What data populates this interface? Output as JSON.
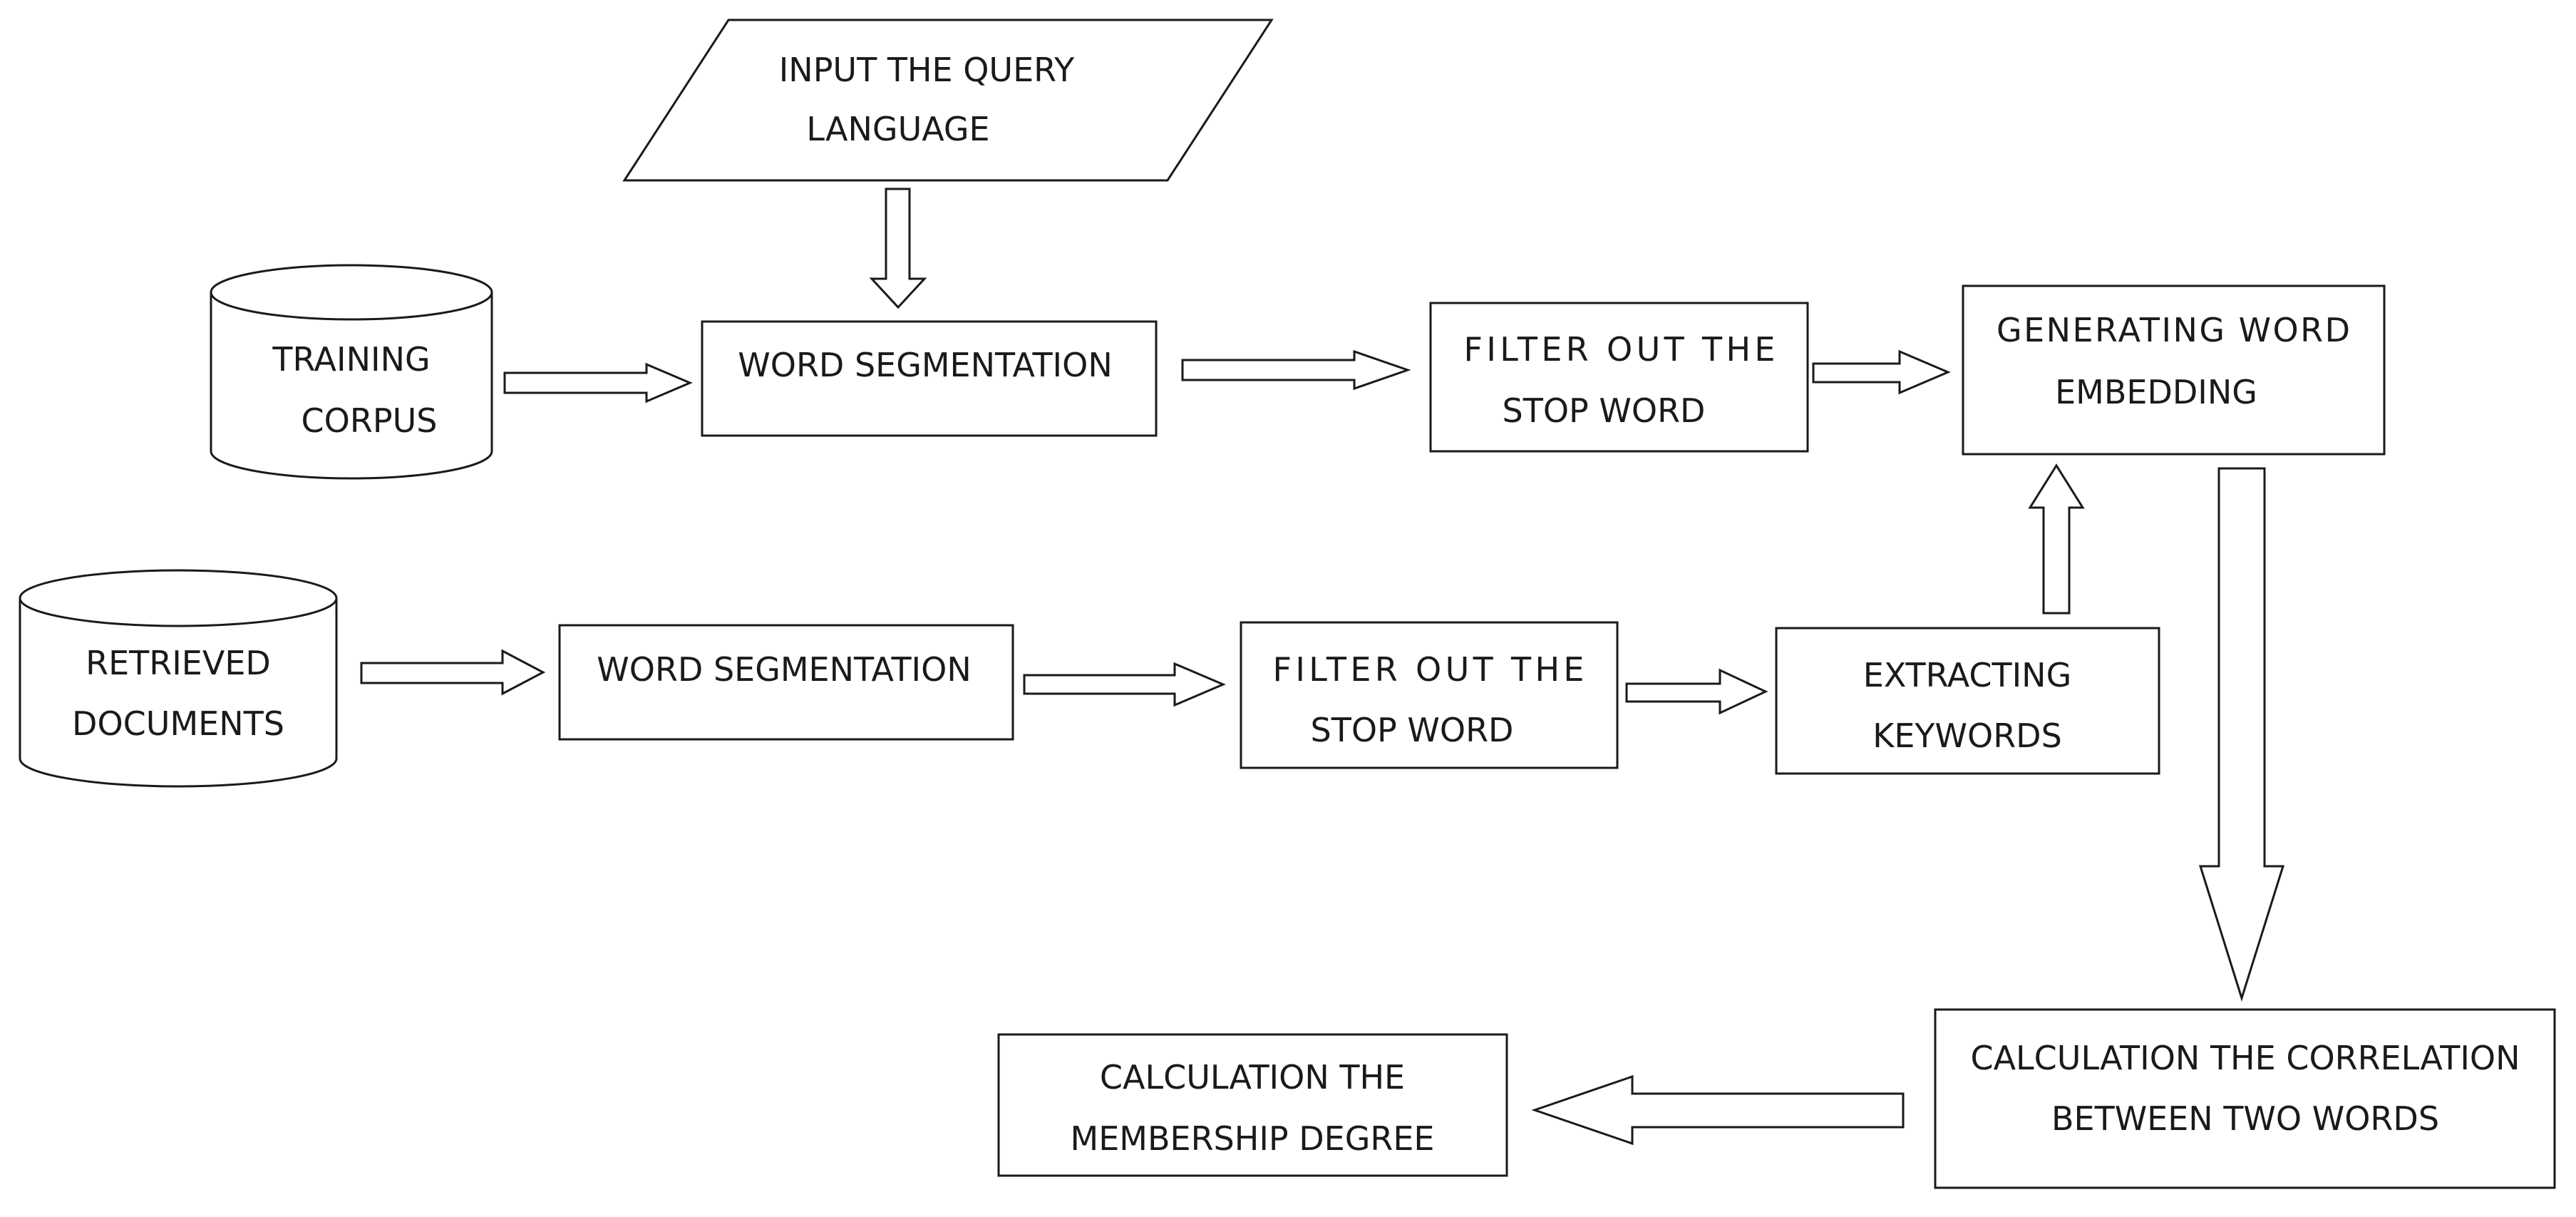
{
  "nodes": {
    "input_query": {
      "line1": "INPUT THE QUERY",
      "line2": "LANGUAGE"
    },
    "training_corpus": {
      "line1": "TRAINING",
      "line2": "CORPUS"
    },
    "word_segmentation_top": {
      "line1": "WORD SEGMENTATION"
    },
    "filter_stop_top": {
      "line1": "FILTER OUT THE",
      "line2": "STOP WORD"
    },
    "generating_embedding": {
      "line1": "GENERATING WORD",
      "line2": "EMBEDDING"
    },
    "retrieved_documents": {
      "line1": "RETRIEVED",
      "line2": "DOCUMENTS"
    },
    "word_segmentation_bottom": {
      "line1": "WORD SEGMENTATION"
    },
    "filter_stop_bottom": {
      "line1": "FILTER OUT THE",
      "line2": "STOP WORD"
    },
    "extracting_keywords": {
      "line1": "EXTRACTING",
      "line2": "KEYWORDS"
    },
    "calc_correlation": {
      "line1": "CALCULATION THE CORRELATION",
      "line2": "BETWEEN TWO WORDS"
    },
    "calc_membership": {
      "line1": "CALCULATION THE",
      "line2": "MEMBERSHIP DEGREE"
    }
  },
  "edges": [
    {
      "from": "input_query",
      "to": "word_segmentation_top"
    },
    {
      "from": "training_corpus",
      "to": "word_segmentation_top"
    },
    {
      "from": "word_segmentation_top",
      "to": "filter_stop_top"
    },
    {
      "from": "filter_stop_top",
      "to": "generating_embedding"
    },
    {
      "from": "retrieved_documents",
      "to": "word_segmentation_bottom"
    },
    {
      "from": "word_segmentation_bottom",
      "to": "filter_stop_bottom"
    },
    {
      "from": "filter_stop_bottom",
      "to": "extracting_keywords"
    },
    {
      "from": "extracting_keywords",
      "to": "generating_embedding"
    },
    {
      "from": "generating_embedding",
      "to": "calc_correlation"
    },
    {
      "from": "calc_correlation",
      "to": "calc_membership"
    }
  ]
}
